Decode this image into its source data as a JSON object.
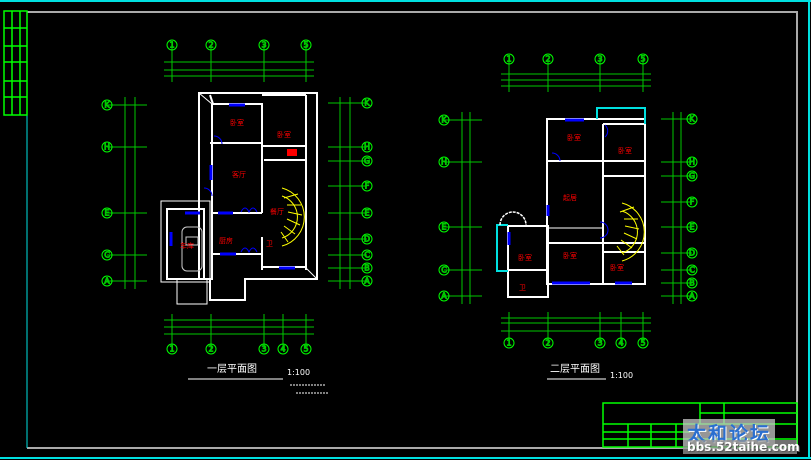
{
  "plans": [
    {
      "title": "一层平面图",
      "scale": "1:100",
      "top_axes": [
        "1",
        "2",
        "3",
        "5"
      ],
      "bottom_axes": [
        "1",
        "2",
        "3",
        "4",
        "5"
      ],
      "left_axes": [
        "K",
        "H",
        "E",
        "C",
        "A"
      ],
      "right_axes": [
        "K",
        "H",
        "G",
        "F",
        "E",
        "D",
        "C",
        "B",
        "A"
      ]
    },
    {
      "title": "二层平面图",
      "scale": "1:100",
      "top_axes": [
        "1",
        "2",
        "3",
        "5"
      ],
      "bottom_axes": [
        "1",
        "2",
        "3",
        "4",
        "5"
      ],
      "left_axes": [
        "K",
        "H",
        "E",
        "C",
        "A"
      ],
      "right_axes": [
        "K",
        "H",
        "G",
        "F",
        "E",
        "D",
        "C",
        "B",
        "A"
      ]
    }
  ],
  "watermark": {
    "name": "太和论坛",
    "url": "bbs.52taihe.com"
  },
  "colors": {
    "grid": "#00ff00",
    "wall": "#ffffff",
    "window": "#0000ff",
    "stair": "#ffff00",
    "frame": "#00e0e0",
    "text_red": "#ff0000"
  }
}
